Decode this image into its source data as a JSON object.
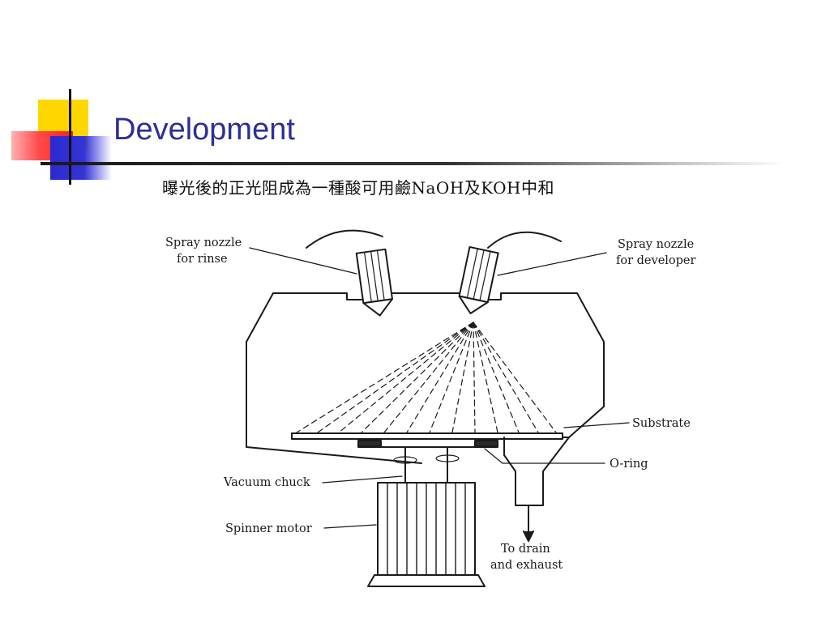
{
  "slide": {
    "title": "Development",
    "subtitle": "曝光後的正光阻成為一種酸可用鹼NaOH及KOH中和"
  },
  "diagram": {
    "labels": {
      "spray_rinse_line1": "Spray nozzle",
      "spray_rinse_line2": "for rinse",
      "spray_dev_line1": "Spray nozzle",
      "spray_dev_line2": "for developer",
      "substrate": "Substrate",
      "oring": "O-ring",
      "vacuum_chuck": "Vacuum chuck",
      "spinner_motor": "Spinner motor",
      "drain_line1": "To drain",
      "drain_line2": "and exhaust"
    }
  },
  "colors": {
    "title": "#2c2e9a",
    "deco_yellow": "#ffd700",
    "deco_blue": "#3333cc",
    "deco_red": "#ff3b3b"
  }
}
